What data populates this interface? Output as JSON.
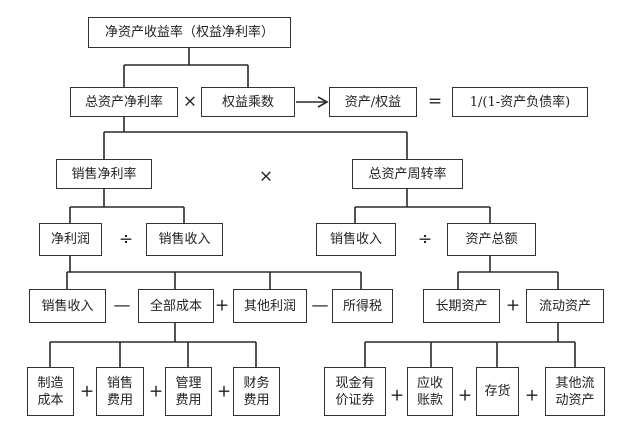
{
  "nodes": {
    "roe": "净资产收益率（权益净利率）",
    "asset_net_margin": "总资产净利率",
    "equity_multiplier": "权益乘数",
    "assets_over_equity": "资产/权益",
    "one_over": "1/(1-资产负债率)",
    "sales_net_margin": "销售净利率",
    "asset_turnover": "总资产周转率",
    "net_profit": "净利润",
    "sales_revenue_1": "销售收入",
    "sales_revenue_2": "销售收入",
    "total_assets": "资产总额",
    "sales_revenue_3": "销售收入",
    "total_cost": "全部成本",
    "other_profit": "其他利润",
    "income_tax": "所得税",
    "long_term_assets": "长期资产",
    "current_assets": "流动资产",
    "manufacturing_cost": "制造\n成本",
    "selling_expense": "销售\n费用",
    "admin_expense": "管理\n费用",
    "finance_expense": "财务\n费用",
    "marketable_securities": "现金有\n价证券",
    "receivables": "应收\n账款",
    "inventory": "存货",
    "other_current_assets": "其他流\n动资产"
  },
  "operators": {
    "times_1": "×",
    "equals": "=",
    "times_2": "×",
    "divide_1": "÷",
    "divide_2": "÷",
    "minus_1": "—",
    "plus_1": "+",
    "minus_2": "—",
    "plus_2": "+",
    "plus_3": "+",
    "plus_4": "+",
    "plus_5": "+",
    "plus_6": "+",
    "plus_7": "+",
    "plus_8": "+"
  }
}
